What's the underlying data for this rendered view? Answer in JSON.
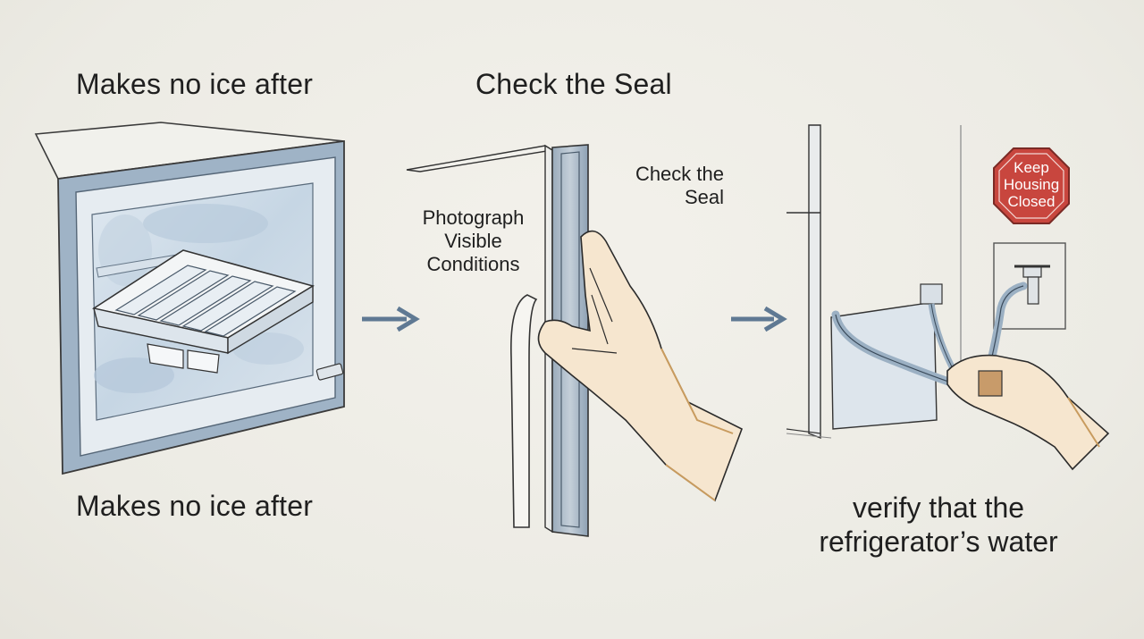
{
  "panel1": {
    "top_title": "Makes no ice after",
    "bottom_caption": "Makes no ice after"
  },
  "panel2": {
    "top_title": "Check the Seal",
    "label_left": [
      "Photograph",
      "Visible",
      "Conditions"
    ],
    "label_right": [
      "Check the",
      "Seal"
    ]
  },
  "panel3": {
    "sign_text": [
      "Keep",
      "Housing",
      "Closed"
    ],
    "bottom_caption": [
      "verify that the",
      "refrigerator’s water"
    ]
  },
  "colors": {
    "background": "#efede6",
    "metal_blue": "#8fa6bd",
    "frost": "#c9d8e6",
    "stop_sign": "#c8463e",
    "skin": "#f6e6cf",
    "ink": "#2b2b2b"
  },
  "icons": [
    "arrow-right-icon",
    "arrow-right-icon",
    "stop-sign-icon"
  ]
}
